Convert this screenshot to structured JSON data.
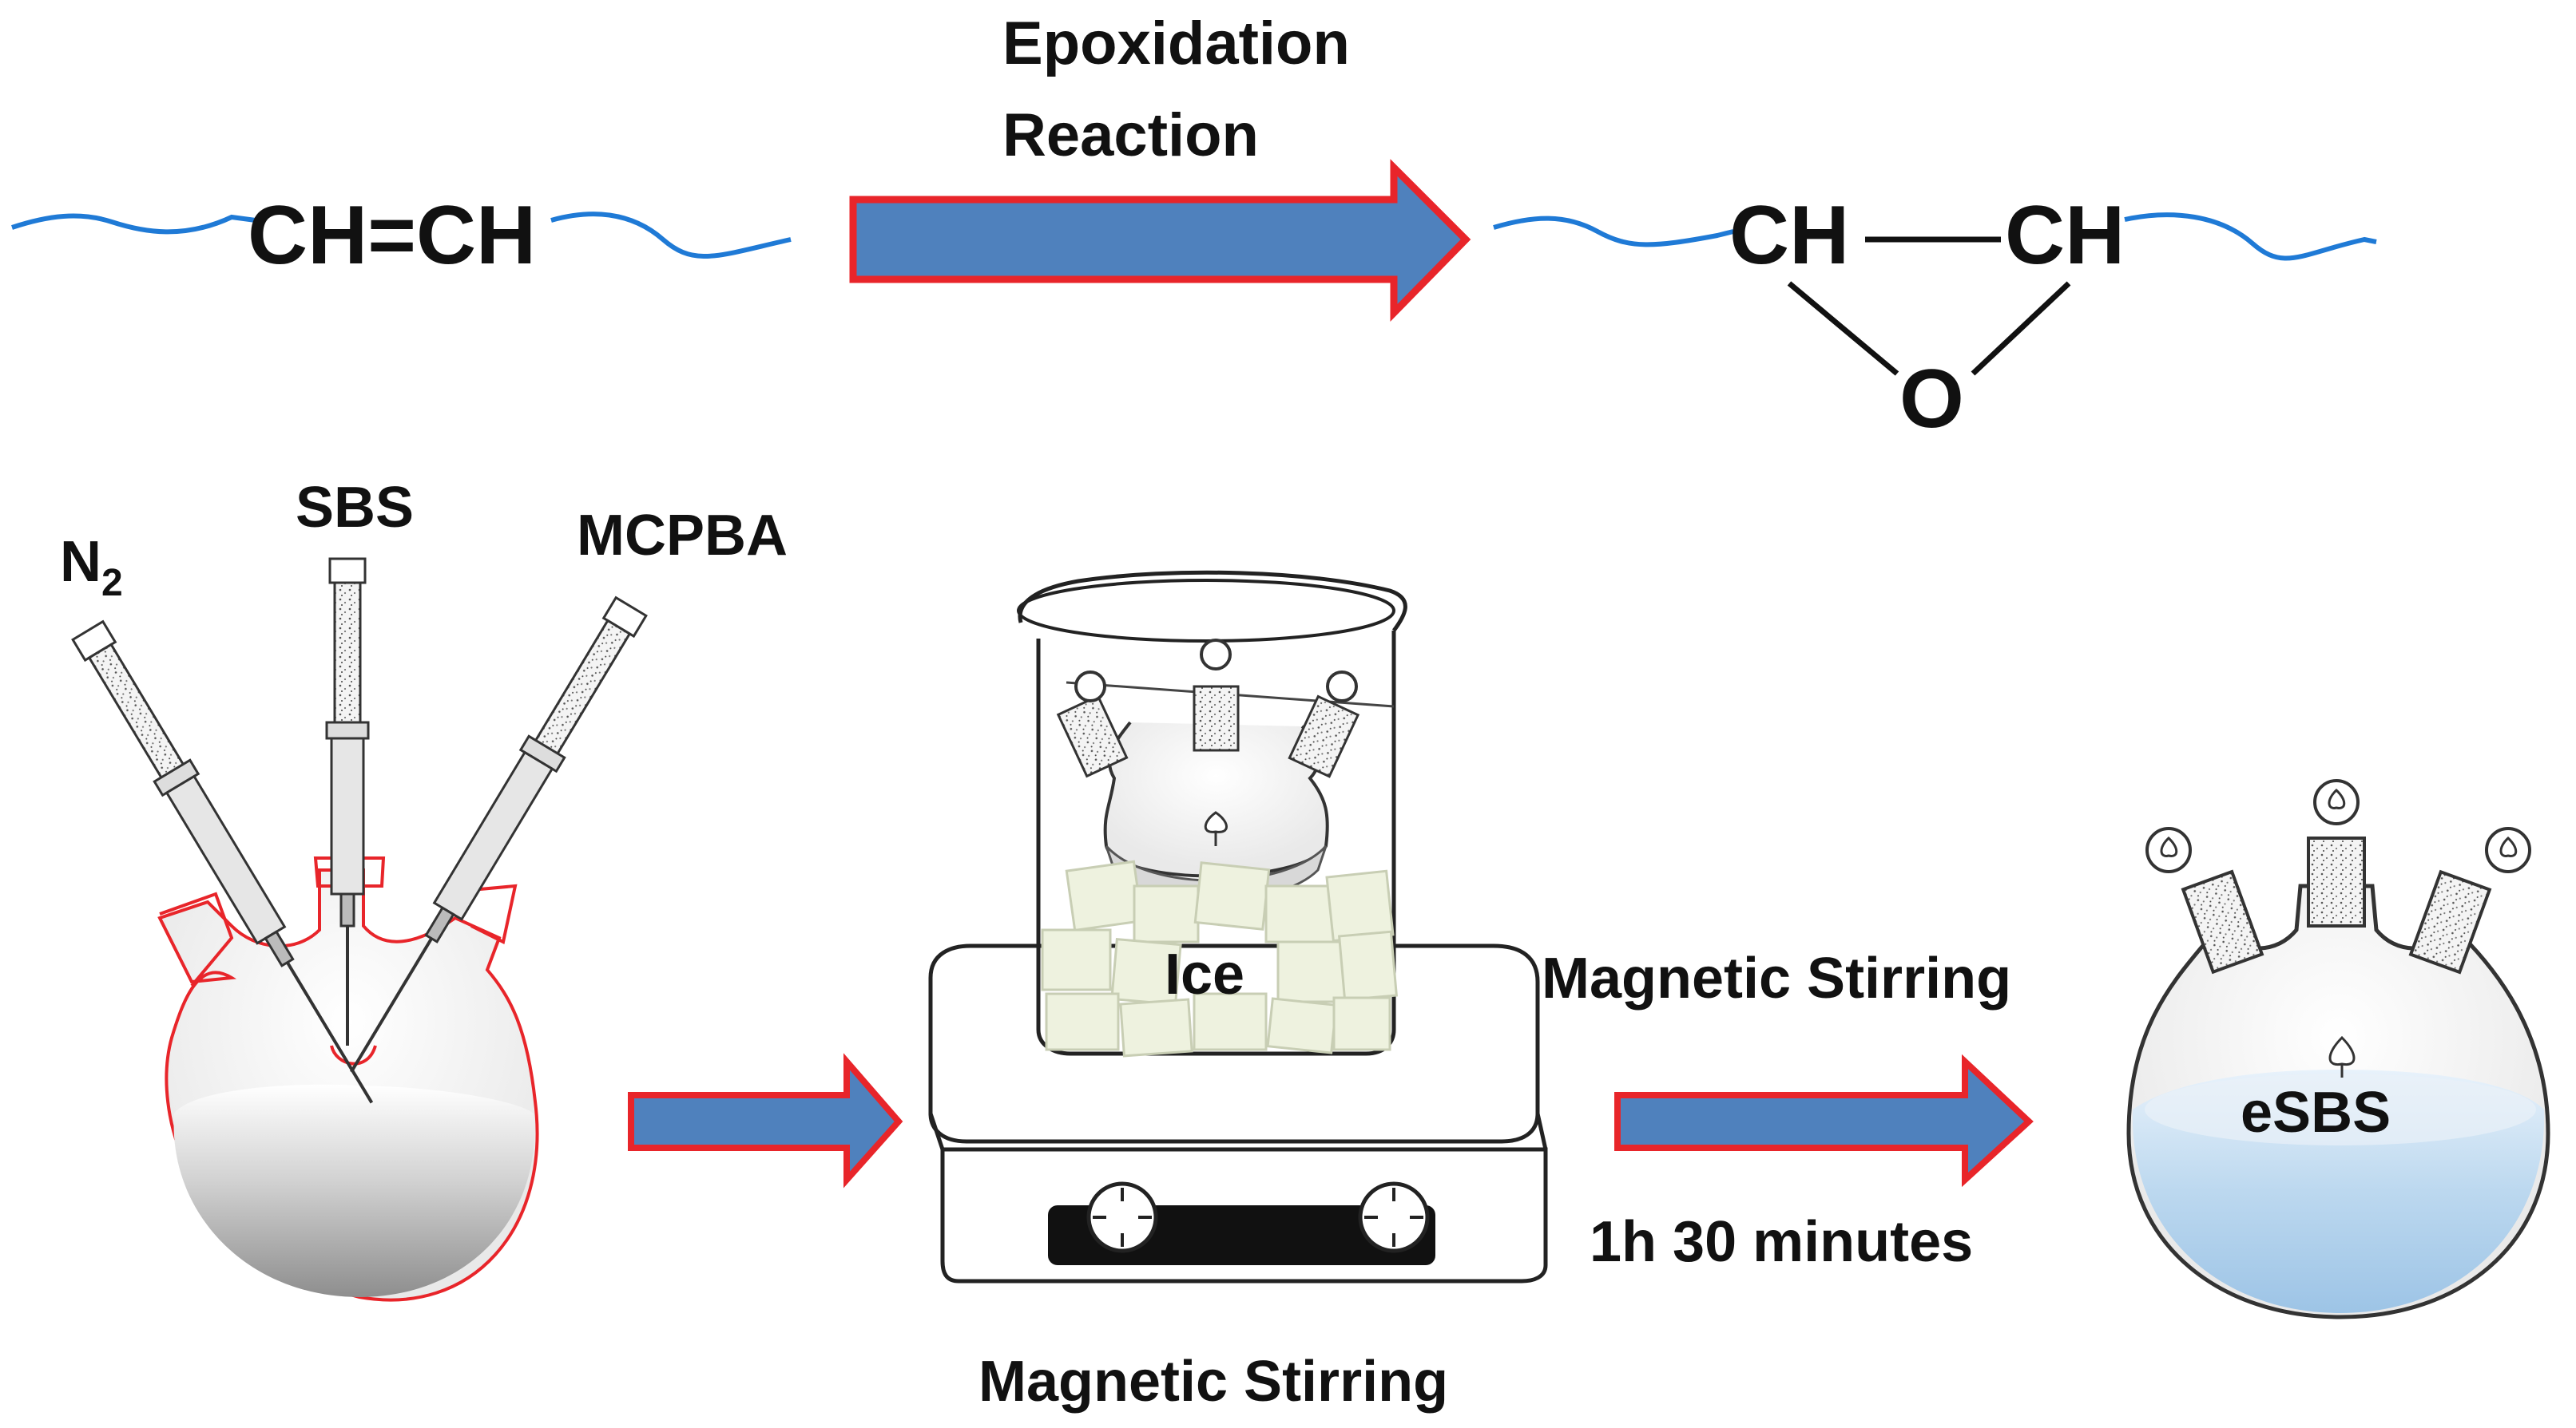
{
  "reaction": {
    "title_line1": "Epoxidation",
    "title_line2": "Reaction",
    "reactant": "CH=CH",
    "product_left": "CH",
    "product_right": "CH",
    "product_oxygen": "O"
  },
  "steps": {
    "syringe_labels": {
      "n2_main": "N",
      "n2_sub": "2",
      "sbs": "SBS",
      "mcpba": "MCPBA"
    },
    "ice_label": "Ice",
    "stirring_label_bottom": "Magnetic Stirring",
    "stirring_label_right": "Magnetic Stirring",
    "duration": "1h 30 minutes",
    "product_label": "eSBS"
  },
  "colors": {
    "arrow_fill": "#4f81bd",
    "arrow_stroke": "#e8252a",
    "chain_line": "#1f7ad6",
    "flask_outline_red": "#e8252a",
    "ice_fill": "#eef2df",
    "solution_blue": "#bcd8ef"
  }
}
